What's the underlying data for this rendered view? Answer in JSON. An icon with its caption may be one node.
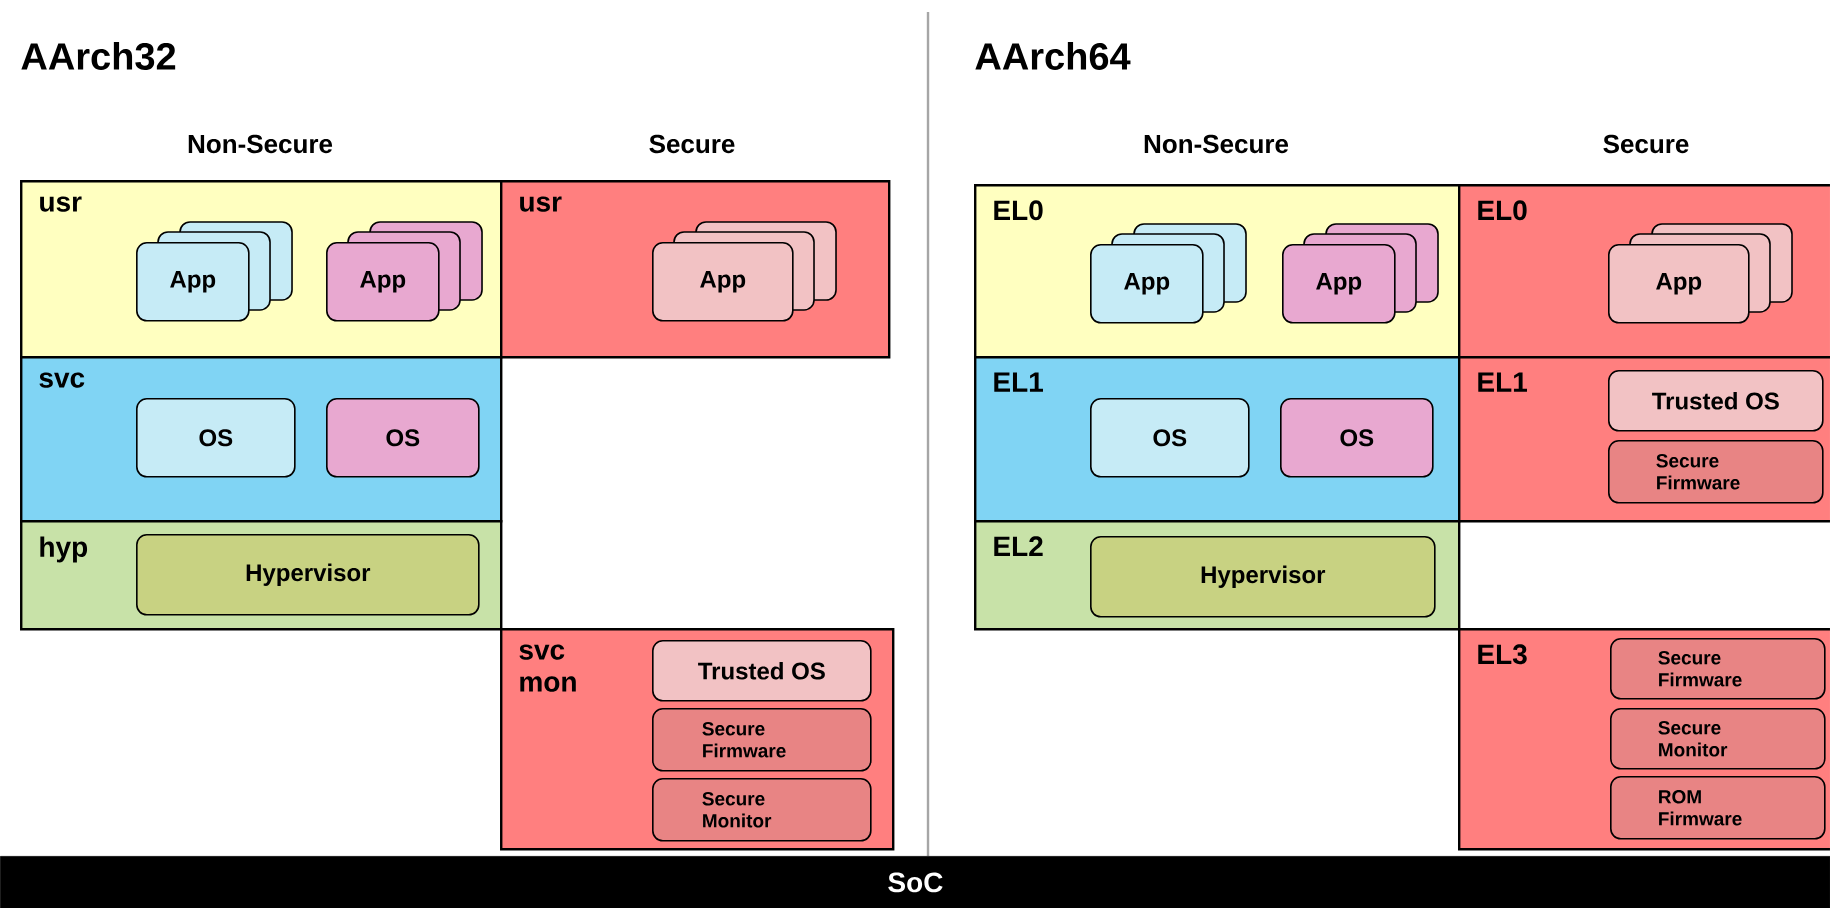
{
  "diagram": {
    "nodes": [
      {
        "text": [
          "usr"
        ]
      },
      {
        "text": [
          "App"
        ],
        "in": 0
      },
      {
        "text": [
          "App"
        ],
        "in": 0
      },
      {
        "text": [
          "usr"
        ]
      },
      {
        "text": [
          "App"
        ],
        "in": 3
      },
      {
        "text": [
          "svc"
        ]
      },
      {
        "text": [
          "OS"
        ],
        "in": 5
      },
      {
        "text": [
          "OS"
        ],
        "in": 5
      },
      {
        "text": [
          "hyp"
        ]
      },
      {
        "text": [
          "Hypervisor"
        ],
        "in": 8
      },
      {
        "text": [
          "svc mon"
        ]
      },
      {
        "text": [
          "Trusted OS"
        ],
        "in": 10
      },
      {
        "text": [
          "Secure Firmware"
        ],
        "in": 10
      },
      {
        "text": [
          "Secure Monitor"
        ],
        "in": 10
      },
      {
        "text": [
          "EL0"
        ]
      },
      {
        "text": [
          "App"
        ],
        "in": 14
      },
      {
        "text": [
          "App"
        ],
        "in": 14
      },
      {
        "text": [
          "EL0"
        ]
      },
      {
        "text": [
          "App"
        ],
        "in": 17
      },
      {
        "text": [
          "EL1"
        ]
      },
      {
        "text": [
          "OS"
        ],
        "in": 19
      },
      {
        "text": [
          "OS"
        ],
        "in": 19
      },
      {
        "text": [
          "EL1"
        ]
      },
      {
        "text": [
          "Trusted OS"
        ],
        "in": 22
      },
      {
        "text": [
          "Secure Firmware"
        ],
        "in": 22
      },
      {
        "text": [
          "EL2"
        ]
      },
      {
        "text": [
          "Hypervisor"
        ],
        "in": 25
      },
      {
        "text": [
          "EL3"
        ]
      },
      {
        "text": [
          "Secure Firmware"
        ],
        "in": 27
      },
      {
        "text": [
          "Secure Monitor"
        ],
        "in": 27
      },
      {
        "text": [
          "ROM Firmware"
        ],
        "in": 27
      },
      {
        "text": [
          "SoC"
        ]
      }
    ],
    "labels": [
      "AArch32",
      "Non-Secure",
      "Secure",
      "AArch64",
      "Non-Secure",
      "Secure"
    ]
  }
}
